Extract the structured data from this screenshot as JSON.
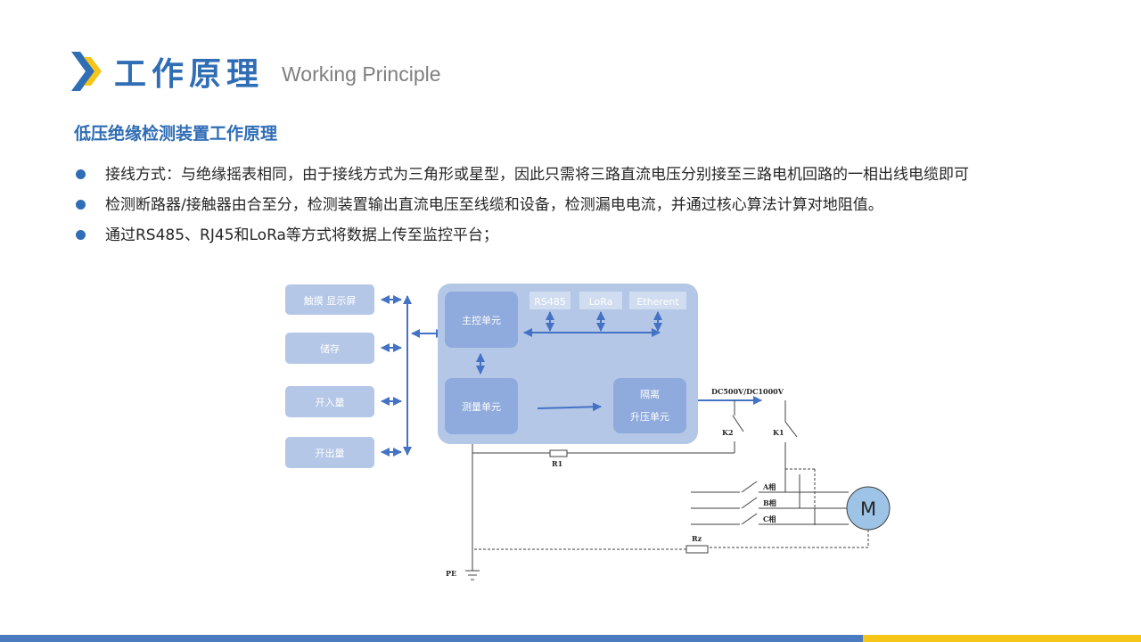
{
  "header": {
    "title_cn": "工作原理",
    "title_en": "Working Principle"
  },
  "section": {
    "subtitle": "低压绝缘检测装置工作原理"
  },
  "bullets": [
    "接线方式：与绝缘摇表相同，由于接线方式为三角形或星型，因此只需将三路直流电压分别接至三路电机回路的一相出线电缆即可",
    "检测断路器/接触器由合至分，检测装置输出直流电压至线缆和设备，检测漏电电流，并通过核心算法计算对地阻值。",
    "通过RS485、RJ45和LoRa等方式将数据上传至监控平台；"
  ],
  "diagram": {
    "peripherals": [
      "触摸 显示屏",
      "储存",
      "开入量",
      "开出量"
    ],
    "main_unit": "主控单元",
    "comm": [
      "RS485",
      "LoRa",
      "Etherent"
    ],
    "measure_unit": "测量单元",
    "isolation_unit_line1": "隔离",
    "isolation_unit_line2": "升压单元",
    "voltage_label": "DC500V/DC1000V",
    "k2": "K2",
    "k1": "K1",
    "r1": "R1",
    "phases": [
      "A相",
      "B相",
      "C相"
    ],
    "motor": "M",
    "rz": "Rz",
    "pe": "PE"
  },
  "colors": {
    "accent_blue": "#2f6db5",
    "arrow_blue": "#4472c4",
    "panel_bg": "#b4c7e7",
    "unit_bg": "#8faadc",
    "peripheral_bg": "#b4c7e7",
    "motor_fill": "#9dc3e6",
    "logo_yellow": "#f5c518",
    "bottom_blue": "#4b7cc0",
    "bottom_yellow": "#f5c518"
  }
}
